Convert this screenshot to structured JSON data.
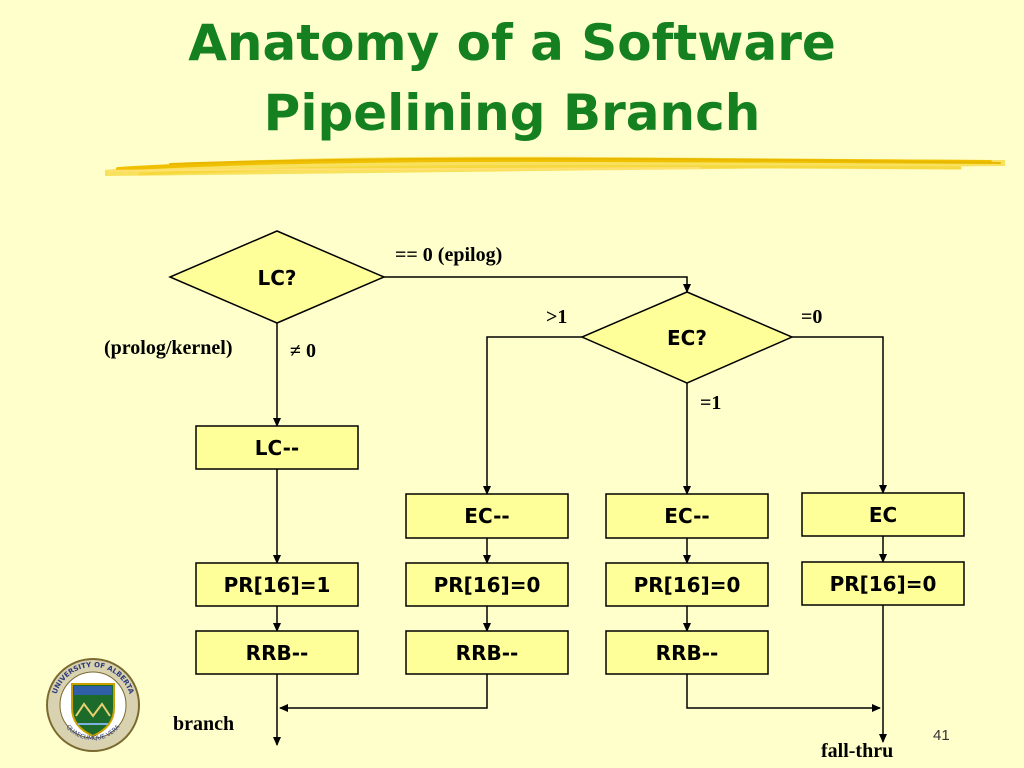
{
  "title": {
    "line1": "Anatomy of a Software",
    "line2": "Pipelining Branch"
  },
  "colors": {
    "title": "#14801f",
    "background": "#ffffcc",
    "box_fill": "#ffff99",
    "underline": "#f2c800"
  },
  "logo": {
    "name": "university-of-alberta-crest",
    "text": "UNIVERSITY OF ALBERTA",
    "motto": "QUAECUMQUE VERA"
  },
  "diagram": {
    "decisions": {
      "lc": "LC?",
      "ec": "EC?"
    },
    "boxes": {
      "lc_dec": "LC--",
      "pr_set1": "PR[16]=1",
      "rrb_left": "RRB--",
      "ec_dec_a": "EC--",
      "pr_a": "PR[16]=0",
      "rrb_a": "RRB--",
      "ec_dec_b": "EC--",
      "pr_b": "PR[16]=0",
      "rrb_b": "RRB--",
      "ec_keep": "EC",
      "pr_c": "PR[16]=0"
    },
    "edge_labels": {
      "lc_zero": "== 0 (epilog)",
      "prolog_kernel": "(prolog/kernel)",
      "lc_nonzero": "≠ 0",
      "ec_gt1": ">1",
      "ec_eq0": "=0",
      "ec_eq1": "=1",
      "branch": "branch",
      "fall_thru": "fall-thru"
    }
  },
  "page_number": "41"
}
